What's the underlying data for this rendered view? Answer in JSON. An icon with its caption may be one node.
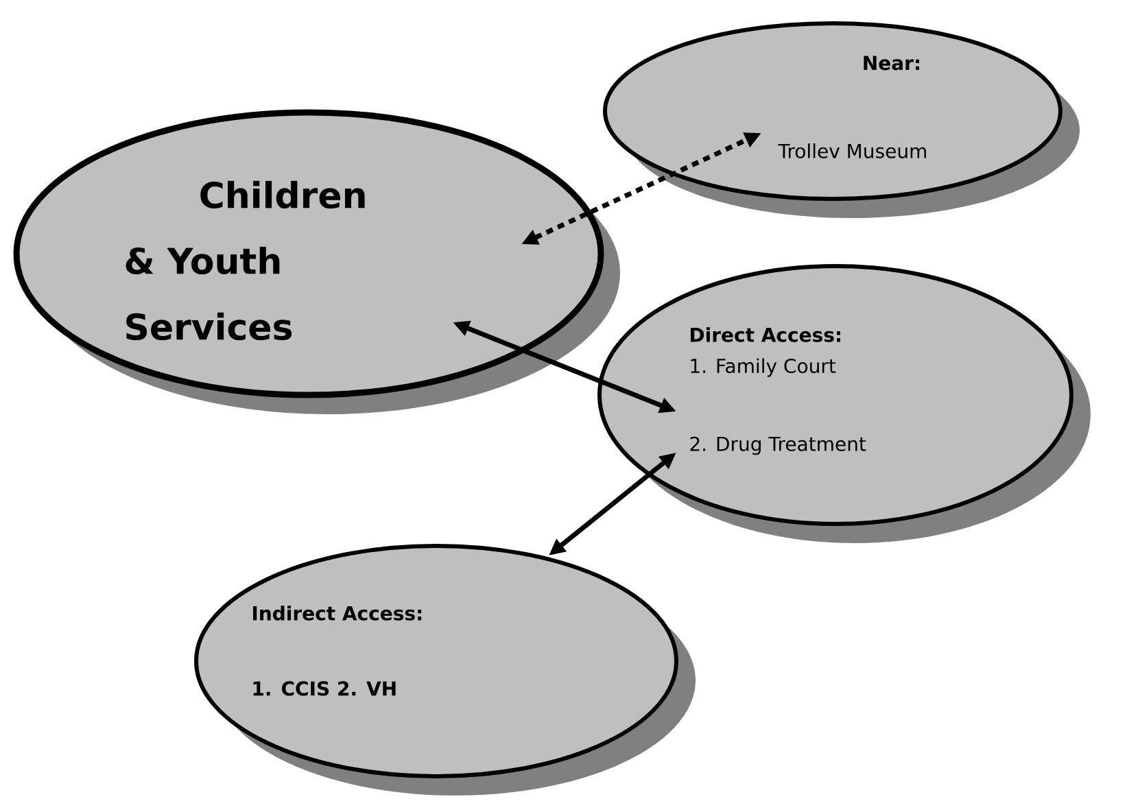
{
  "diagram": {
    "nodes": [
      {
        "text": [
          "Children & Youth Services"
        ]
      },
      {
        "text": [
          "Near:",
          "Trollev Museum"
        ]
      },
      {
        "text": [
          "Direct Access:",
          "1. Family Court",
          "2. Drug Treatment"
        ]
      },
      {
        "text": [
          "Indirect Access:",
          "1. CCIS  2. VH"
        ]
      }
    ],
    "edges": [
      {
        "from": 0,
        "to": 1,
        "arrow": "both",
        "style": "dashed"
      },
      {
        "from": 0,
        "to": 2,
        "arrow": "both"
      },
      {
        "from": 2,
        "to": 3,
        "arrow": "both"
      }
    ]
  }
}
